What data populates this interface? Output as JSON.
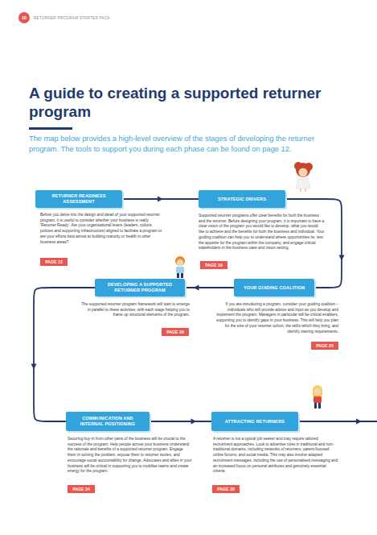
{
  "diagram": {
    "title": "A guide to creating a supported returner program",
    "nodes": [
      {
        "text": [
          "RETURNER READINESS ASSESSMENT",
          "Before you delve into the design and detail of your supported returner program, it is useful to consider whether your business is really 'Returner Ready'. Are your organisational levers (leaders, culture, policies and supporting infrastructure) aligned to facilitate a program or are your efforts best aimed at building maturity or health in other business areas?"
        ]
      },
      {
        "text": [
          "PAGE 12"
        ]
      },
      {
        "text": [
          "STRATEGIC DRIVERS",
          "Supported returner programs offer clear benefits for both the business and the returner. Before designing your program, it is important to have a clear vision of the program you would like to develop, what you would like to achieve and the benefits for both the business and individual. Your guiding coalition can help you to understand where opportunities lie, test the appetite for the program within the company, and engage critical stakeholders in the business case and vision setting."
        ]
      },
      {
        "text": [
          "PAGE 19"
        ]
      },
      {
        "text": [
          "YOUR GUIDING COALITION",
          "If you are introducing a program, consider your guiding coalition – individuals who will provide advice and input as you develop and implement the program. Managers in particular will be critical enablers, supporting you to identify gaps in your business. This will help you plan for the size of your returner cohort, the skills which they bring, and identify training requirements."
        ]
      },
      {
        "text": [
          "PAGE 25"
        ]
      },
      {
        "text": [
          "DEVELOPING A SUPPORTED RETURNER PROGRAM",
          "The supported returner program framework will start to emerge in parallel to these activities, with each stage helping you to frame up structural elements of the program."
        ]
      },
      {
        "text": [
          "PAGE 29"
        ]
      },
      {
        "text": [
          "COMMUNICATION AND INTERNAL POSITIONING",
          "Securing buy-in from other parts of the business will be crucial to the success of the program. Help people across your business understand the rationale and benefits of a supported returner program. Engage them in solving the problem, expose them to returner stories, and encourage social accountability for change. Advocates and allies in your business will be critical in supporting you to mobilise teams and create energy for the program."
        ]
      },
      {
        "text": [
          "PAGE 34"
        ]
      },
      {
        "text": [
          "ATTRACTING RETURNERS",
          "A returner is not a typical job seeker and may require tailored recruitment approaches. Look to advertise roles in traditional and non-traditional domains, including networks of returners, parent-focused online forums, and social media. This may also involve adapted recruitment messages, including the use of personalised messaging and an increased focus on personal attributes and genuinely essential criteria."
        ]
      },
      {
        "text": [
          "PAGE 38"
        ]
      }
    ],
    "edges": [
      {
        "from": 0,
        "to": 2,
        "arrow": "to"
      },
      {
        "from": 2,
        "to": 4,
        "arrow": "to"
      },
      {
        "from": 4,
        "to": 6,
        "arrow": "to"
      },
      {
        "from": 6,
        "to": 8,
        "arrow": "to"
      },
      {
        "from": 8,
        "to": 10,
        "arrow": "to"
      }
    ],
    "labels": [
      "10",
      "RETURNER PROGRAM STARTER PACK",
      "The map below provides a high-level overview of the stages of developing the returner program. The tools to support you during each phase can be found on page 12."
    ]
  }
}
